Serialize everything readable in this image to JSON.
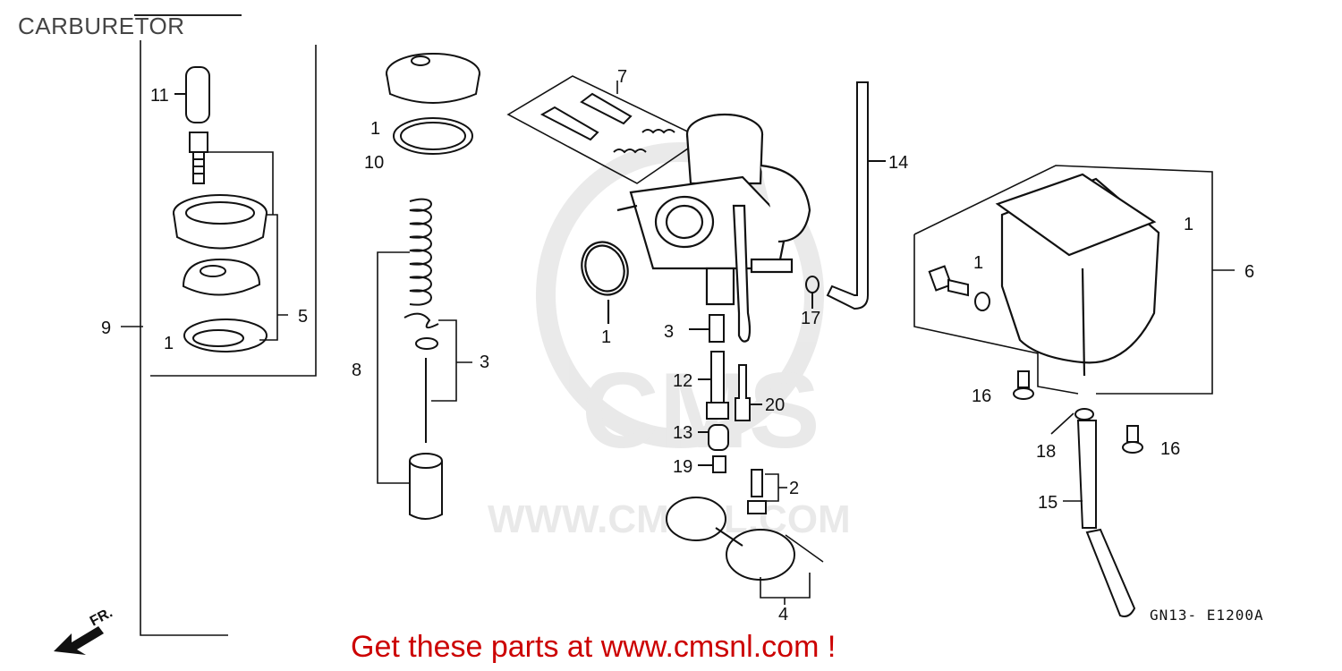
{
  "title": "CARBURETOR",
  "footer_cta": "Get these parts at www.cmsnl.com !",
  "diagram_code": "GN13- E1200A",
  "watermark": {
    "site": "WWW.CMSNL.COM",
    "logo_text": "CMS"
  },
  "direction_marker": "FR.",
  "callouts": {
    "c1a": "1",
    "c1b": "1",
    "c1c": "1",
    "c1d": "1",
    "c1e": "1",
    "c2": "2",
    "c3a": "3",
    "c3b": "3",
    "c4": "4",
    "c5": "5",
    "c6": "6",
    "c7": "7",
    "c8": "8",
    "c9": "9",
    "c10": "10",
    "c11": "11",
    "c12": "12",
    "c13": "13",
    "c14": "14",
    "c15": "15",
    "c16a": "16",
    "c16b": "16",
    "c17": "17",
    "c18": "18",
    "c19": "19",
    "c20": "20"
  }
}
